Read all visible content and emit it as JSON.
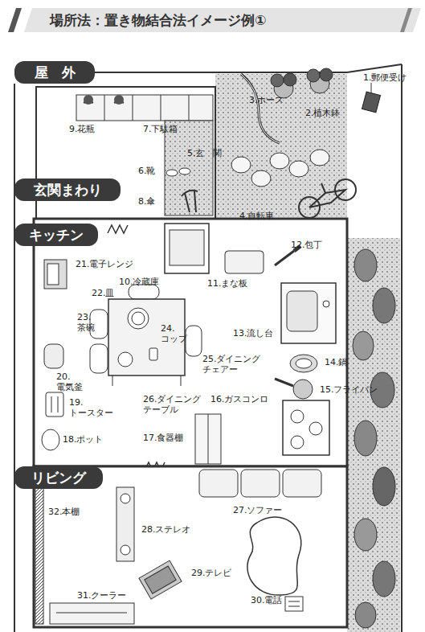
{
  "diagram": {
    "title": "場所法：置き物結合法イメージ例①",
    "nodes": [
      {
        "text": [
          "屋　外"
        ]
      },
      {
        "text": [
          "玄関まわり"
        ]
      },
      {
        "text": [
          "キッチン"
        ]
      },
      {
        "text": [
          "リビング"
        ]
      }
    ],
    "labels": [
      "1.郵便受け",
      "2.植木鉢",
      "3.ホース",
      "4.自転車",
      "5.玄　関",
      "6.靴",
      "7.下駄箱",
      "8.傘",
      "9.花瓶",
      "10.冷蔵庫",
      "11.まな板",
      "12.包丁",
      "13.流し台",
      "14.鍋",
      "15.フライパン",
      "16.ガスコンロ",
      "17.食器棚",
      "18.ポット",
      "19. トースター",
      "20. 電気釜",
      "21.電子レンジ",
      "22.皿",
      "23. 茶碗",
      "24. コップ",
      "25.ダイニング チェアー",
      "26.ダイニング テーブル",
      "27.ソファー",
      "28.ステレオ",
      "29.テレビ",
      "30.電話",
      "31.クーラー",
      "32.本棚"
    ]
  }
}
